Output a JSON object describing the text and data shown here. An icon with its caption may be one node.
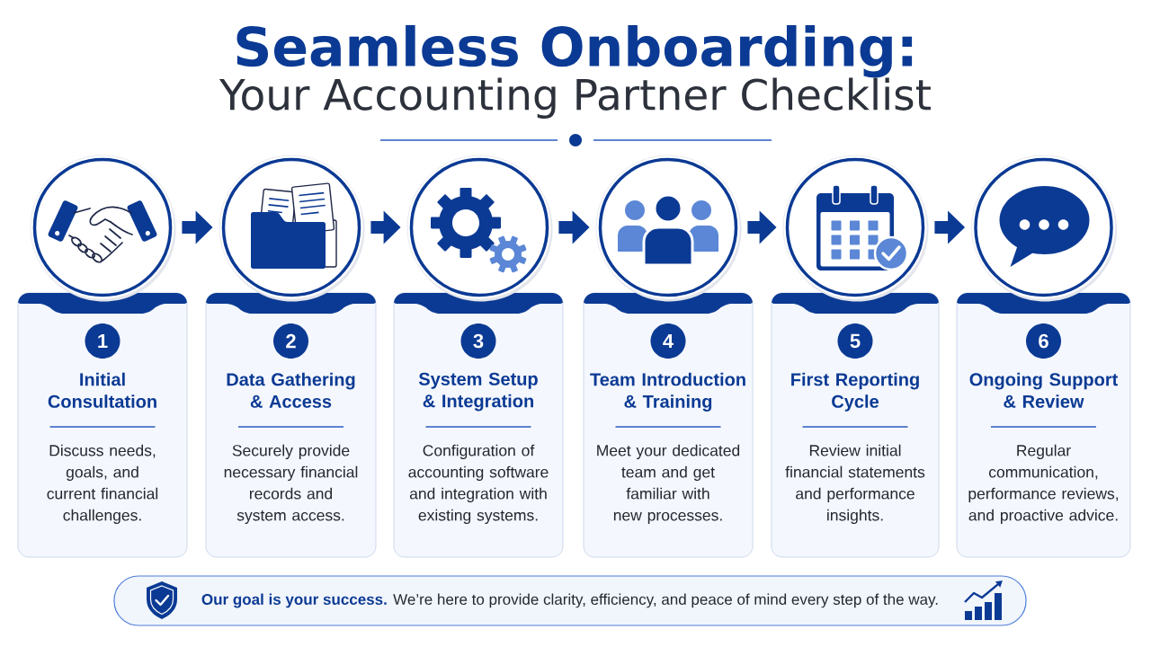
{
  "diagram": {
    "title": "Seamless Onboarding:",
    "nodes": [
      {
        "text": [],
        "shape": "circle"
      },
      {
        "text": [],
        "shape": "circle"
      },
      {
        "text": [],
        "shape": "circle"
      },
      {
        "text": [],
        "shape": "circle"
      },
      {
        "text": [],
        "shape": "circle"
      },
      {
        "text": [],
        "shape": "circle"
      },
      {
        "text": [
          "Initial Consultation",
          "Discuss needs, goals, and current financial challenges."
        ]
      },
      {
        "text": [
          "1"
        ],
        "in": 6
      },
      {
        "text": [
          "Data Gathering & Access",
          "Securely provide necessary financial records and system access."
        ]
      },
      {
        "text": [
          "2"
        ],
        "in": 8
      },
      {
        "text": [
          "System Setup & Integration",
          "Configuration of accounting software and integration with existing systems."
        ]
      },
      {
        "text": [
          "3"
        ],
        "in": 10
      },
      {
        "text": [
          "Team Introduction & Training",
          "Meet your dedicated team and get familiar with new processes."
        ]
      },
      {
        "text": [
          "4"
        ],
        "in": 12
      },
      {
        "text": [
          "First Reporting Cycle",
          "Review initial financial statements and performance insights."
        ]
      },
      {
        "text": [
          "5"
        ],
        "in": 14
      },
      {
        "text": [
          "Ongoing Support & Review",
          "Regular communication, performance reviews, and proactive advice."
        ]
      },
      {
        "text": [
          "6"
        ],
        "in": 16
      },
      {
        "text": [
          "**Our goal is your success.** We’re here to provide clarity, efficiency, and peace of mind every step of the way."
        ]
      }
    ],
    "edges": [
      {
        "from": 0,
        "to": 1,
        "arrow": "to"
      },
      {
        "from": 1,
        "to": 2,
        "arrow": "to"
      },
      {
        "from": 2,
        "to": 3,
        "arrow": "to"
      },
      {
        "from": 3,
        "to": 4,
        "arrow": "to"
      },
      {
        "from": 4,
        "to": 5,
        "arrow": "to"
      }
    ],
    "labels": [
      "Your Accounting Partner Checklist"
    ]
  }
}
